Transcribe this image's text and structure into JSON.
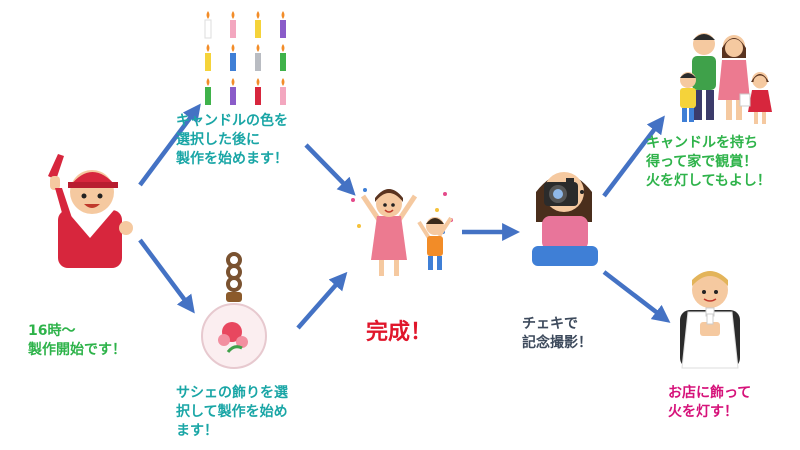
{
  "labels": {
    "start": "16時～\n製作開始です！",
    "candle_color": "キャンドルの色を\n選択した後に\n製作を始めます！",
    "sachet": "サシェの飾りを選\n択して製作を始め\nます！",
    "complete": "完成！",
    "cheki": "チェキで\n記念撮影！",
    "take_home": "キャンドルを持ち\n得って家で観賞！\n火を灯してもよし！",
    "shop": "お店に飾って\n火を灯す！"
  },
  "colors": {
    "arrow": "#4472c4",
    "green_text": "#2eb34a",
    "teal_text": "#1aa6a6",
    "red_text": "#e0162b",
    "pink_text": "#d6127a",
    "dark_text": "#3d4a5c"
  },
  "icons": {
    "staff": "staff-cheering-icon",
    "candles": "candles-icon",
    "sachet": "sachet-ornament-icon",
    "celebrate": "celebrating-kids-icon",
    "photographer": "photographer-icon",
    "family": "family-icon",
    "priest": "priest-icon"
  }
}
